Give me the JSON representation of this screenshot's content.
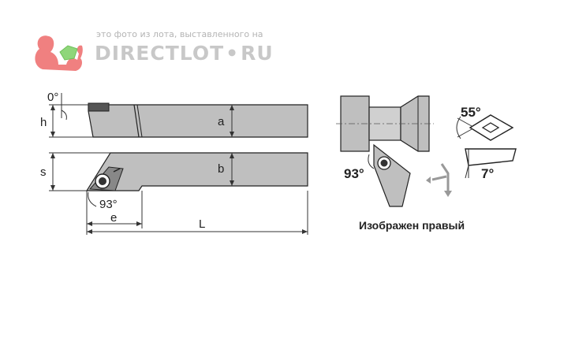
{
  "watermark": {
    "caption": "это фото из лота, выставленного на",
    "brand_left": "DIRECTLOT",
    "brand_sep": "•",
    "brand_right": "RU",
    "logo_color": "#f08080",
    "gem_color": "#8fd67a"
  },
  "side_view": {
    "angle_top": "0°",
    "label_h": "h",
    "label_a": "a"
  },
  "top_view": {
    "label_s": "s",
    "label_b": "b",
    "angle_bottom": "93°",
    "label_e": "e",
    "label_L": "L"
  },
  "detail": {
    "insert_angle": "55°",
    "clearance_angle": "7°",
    "approach_angle": "93°",
    "caption": "Изображен правый"
  },
  "colors": {
    "body_fill": "#bfbfbf",
    "line": "#222222"
  }
}
